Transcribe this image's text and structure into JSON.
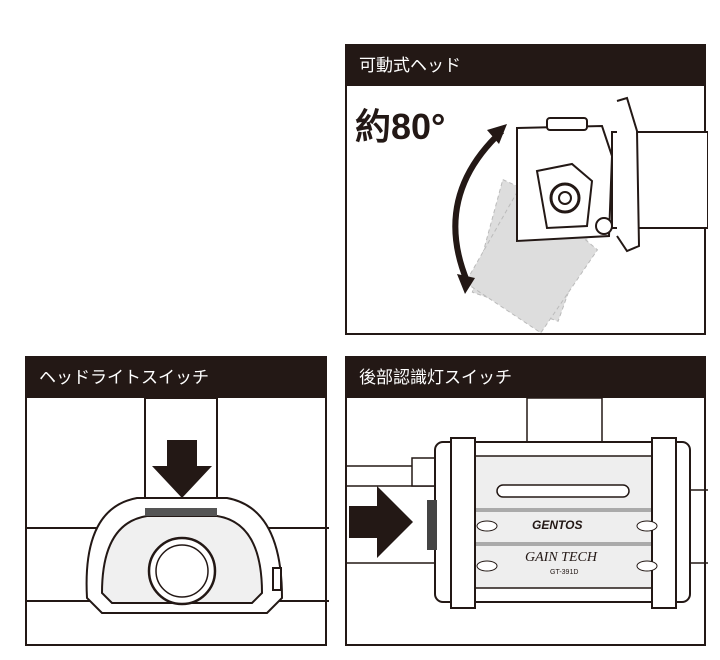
{
  "panels": {
    "tilt_head": {
      "title": "可動式ヘッド",
      "angle_label": "約80°"
    },
    "headlight_switch": {
      "title": "ヘッドライトスイッチ"
    },
    "rear_light_switch": {
      "title": "後部認識灯スイッチ",
      "brand": "GENTOS",
      "series": "GAIN TECH",
      "model": "GT-391D"
    }
  }
}
